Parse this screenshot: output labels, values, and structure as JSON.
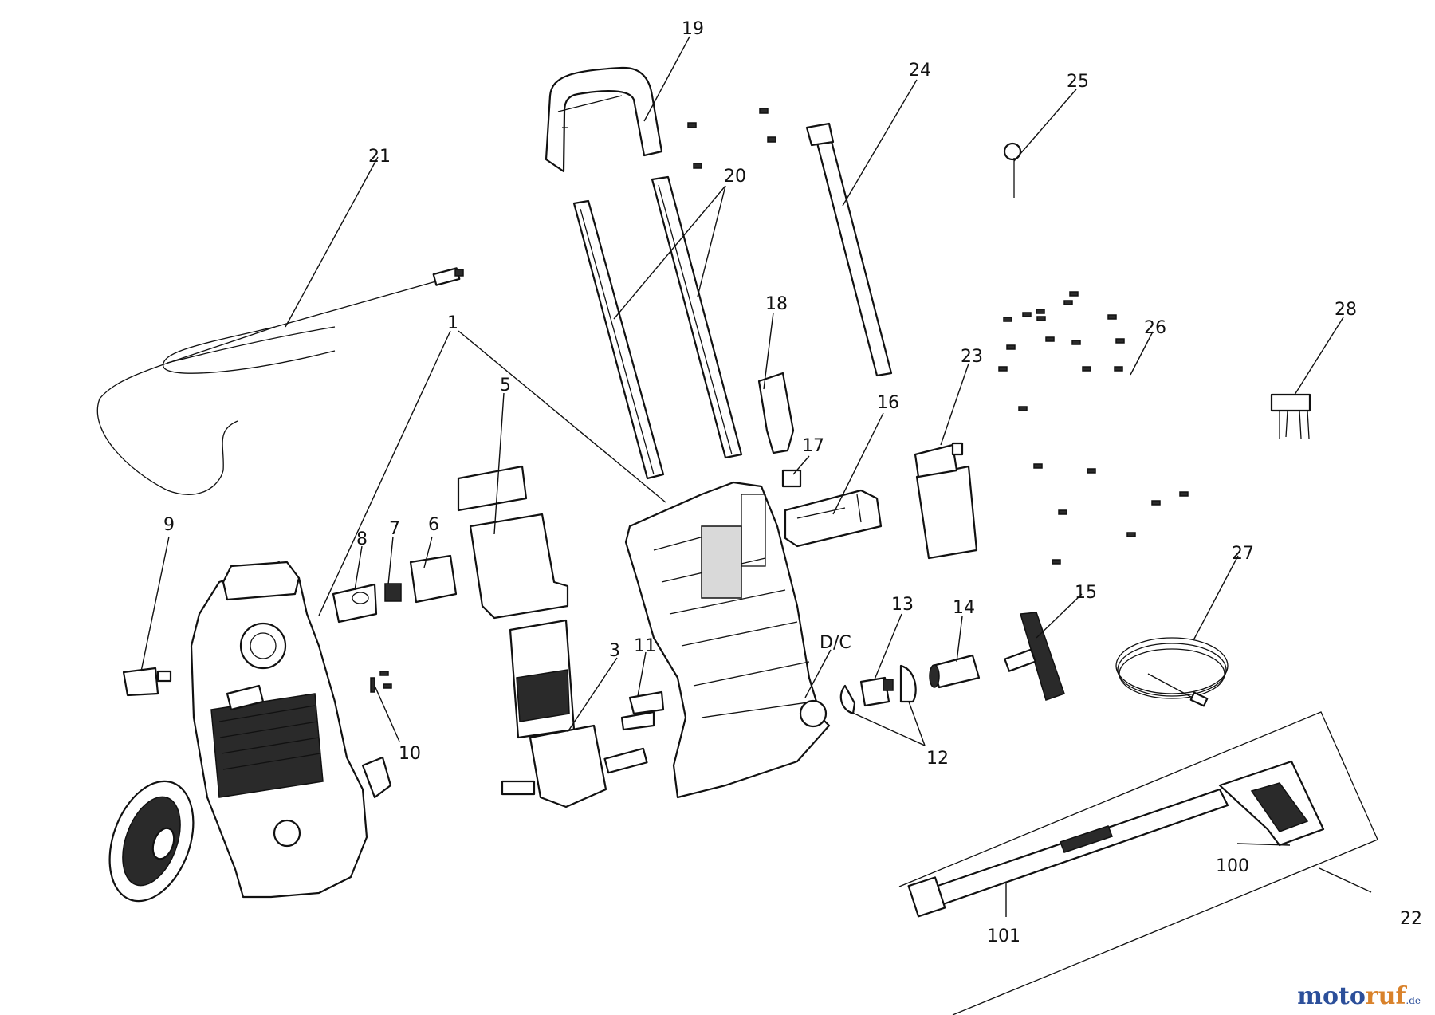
{
  "labels": {
    "p1": "1",
    "p3": "3",
    "p5": "5",
    "p6": "6",
    "p7": "7",
    "p8": "8",
    "p9": "9",
    "p10": "10",
    "p11": "11",
    "p12": "12",
    "p13": "13",
    "p14": "14",
    "p15": "15",
    "p16": "16",
    "p17": "17",
    "p18": "18",
    "p19": "19",
    "p20": "20",
    "p21": "21",
    "p22": "22",
    "p23": "23",
    "p24": "24",
    "p25": "25",
    "p26": "26",
    "p27": "27",
    "p28": "28",
    "dc": "D/C",
    "p100": "100",
    "p101": "101"
  },
  "watermark": {
    "text": "motoruf",
    "suffix": ".de",
    "color_a": "#2c4f9a",
    "color_b": "#d9822b"
  },
  "colors": {
    "line": "#111111",
    "background": "#ffffff"
  }
}
